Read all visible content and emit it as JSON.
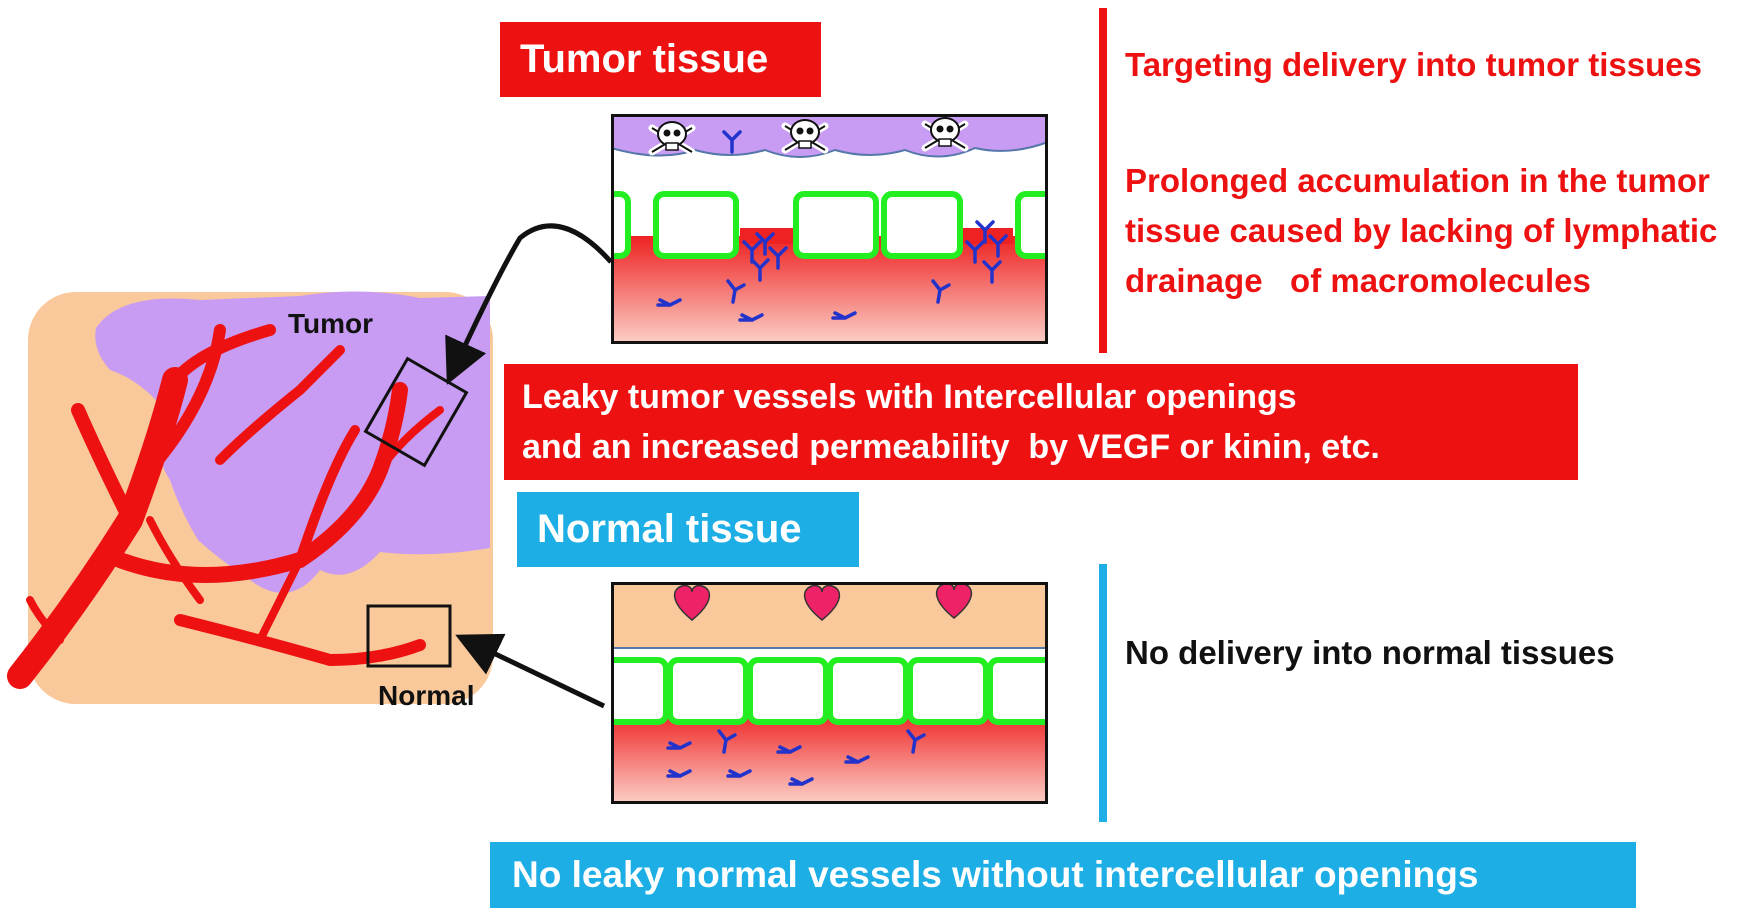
{
  "labels": {
    "tumor_tissue": "Tumor tissue",
    "normal_tissue": "Normal tissue",
    "tumor_map": "Tumor",
    "normal_map": "Normal"
  },
  "tumor_side": {
    "line1": "Targeting delivery into tumor tissues",
    "line2": "Prolonged accumulation in the tumor\ntissue caused by lacking of lymphatic\ndrainage   of macromolecules"
  },
  "normal_side": {
    "line1": "No delivery into normal tissues"
  },
  "tumor_banner": "Leaky tumor vessels with Intercellular openings\nand an increased permeability  by VEGF or kinin, etc.",
  "normal_banner": "No leaky  normal vessels without intercellular openings",
  "colors": {
    "red": "#ee1111",
    "blue": "#1eaee6",
    "tissue_peach": "#f9c99c",
    "tumor_purple": "#c79cf2",
    "cell_green": "#22ee22",
    "antibody_blue": "#2233cc",
    "heart_pink": "#ee2266"
  }
}
